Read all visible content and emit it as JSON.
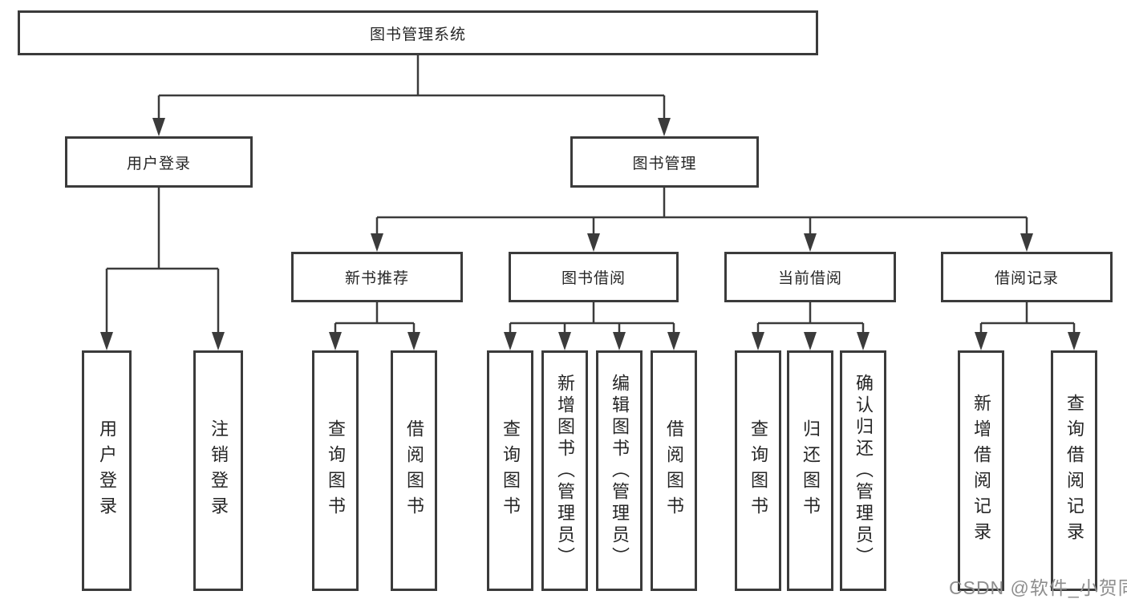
{
  "tree": {
    "root": {
      "label": "图书管理系统",
      "children": [
        {
          "label": "用户登录",
          "children": [
            {
              "label": "用户登录"
            },
            {
              "label": "注销登录"
            }
          ]
        },
        {
          "label": "图书管理",
          "children": [
            {
              "label": "新书推荐",
              "children": [
                {
                  "label": "查询图书"
                },
                {
                  "label": "借阅图书"
                }
              ]
            },
            {
              "label": "图书借阅",
              "children": [
                {
                  "label": "查询图书"
                },
                {
                  "label": "新增图书（管理员）"
                },
                {
                  "label": "编辑图书（管理员）"
                },
                {
                  "label": "借阅图书"
                }
              ]
            },
            {
              "label": "当前借阅",
              "children": [
                {
                  "label": "查询图书"
                },
                {
                  "label": "归还图书"
                },
                {
                  "label": "确认归还（管理员）"
                }
              ]
            },
            {
              "label": "借阅记录",
              "children": [
                {
                  "label": "新增借阅记录"
                },
                {
                  "label": "查询借阅记录"
                }
              ]
            }
          ]
        }
      ]
    }
  },
  "watermark": {
    "text": "CSDN @软件_小贺同学"
  },
  "colors": {
    "line": "#3b3b3b",
    "box_border": "#3b3b3b",
    "text": "#262626",
    "watermark": "#8e8e8e",
    "background": "#ffffff"
  }
}
